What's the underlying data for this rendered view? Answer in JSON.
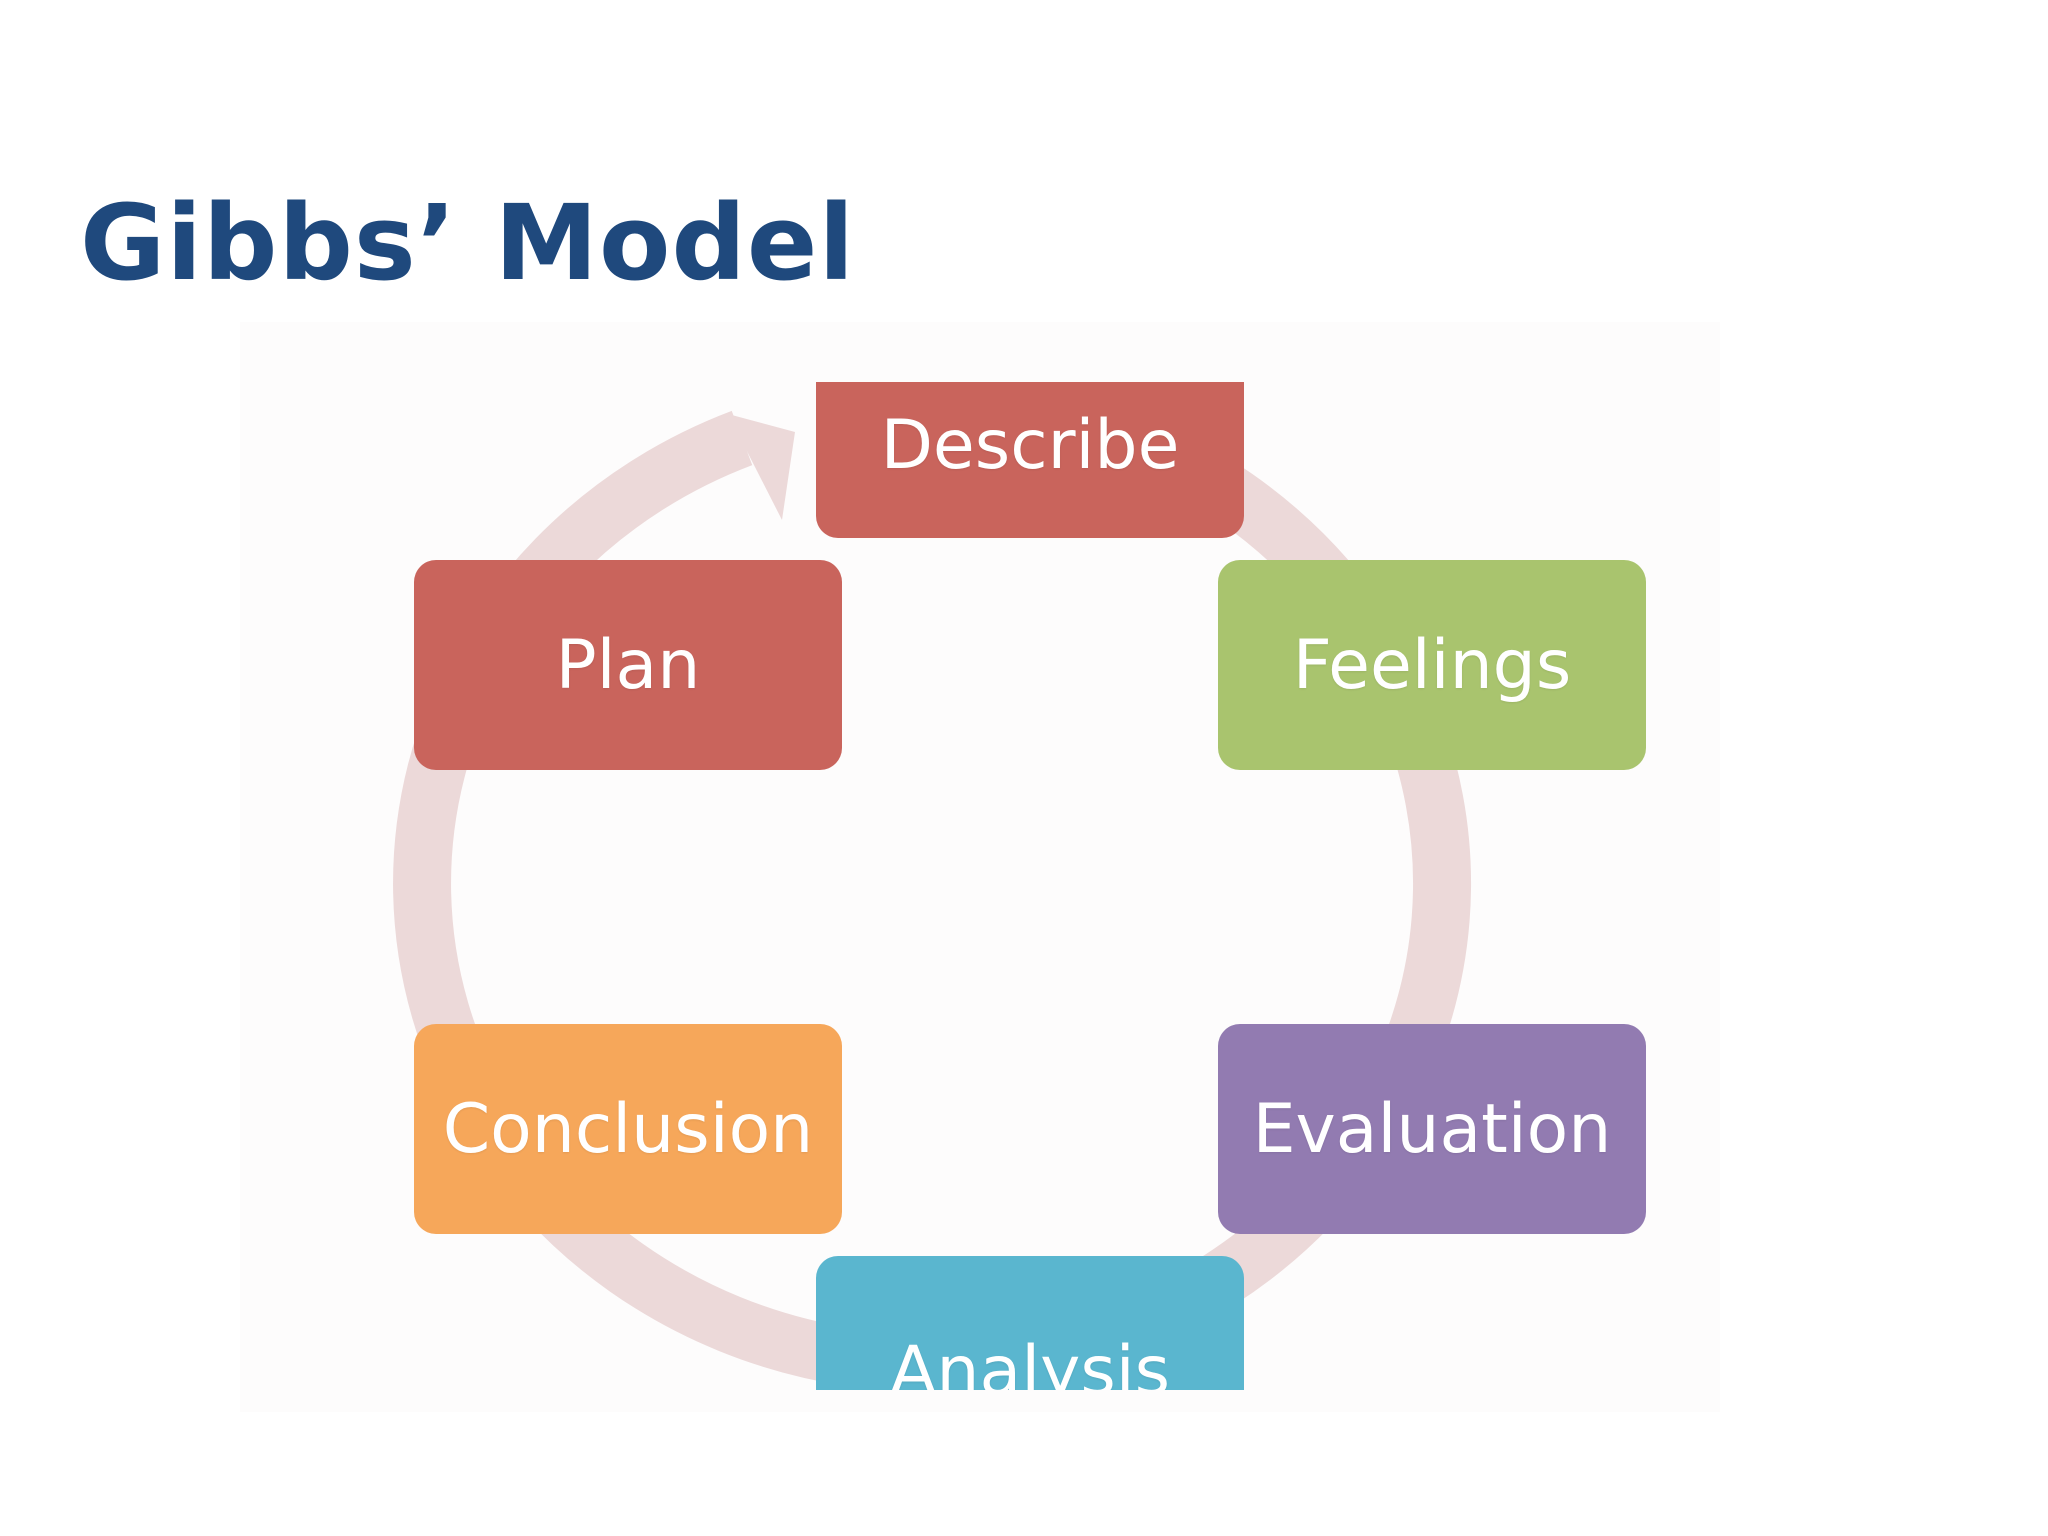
{
  "slide": {
    "title": "Gibbs’ Model"
  },
  "diagram": {
    "type": "cycle",
    "ring_color": "#ecd9d9",
    "steps": [
      {
        "label": "Describe",
        "color": "#c9645c"
      },
      {
        "label": "Feelings",
        "color": "#a9c46e"
      },
      {
        "label": "Evaluation",
        "color": "#927bb1"
      },
      {
        "label": "Analysis",
        "color": "#5ab6cf"
      },
      {
        "label": "Conclusion",
        "color": "#f6a75a"
      },
      {
        "label": "Plan",
        "color": "#c9645c"
      }
    ]
  }
}
